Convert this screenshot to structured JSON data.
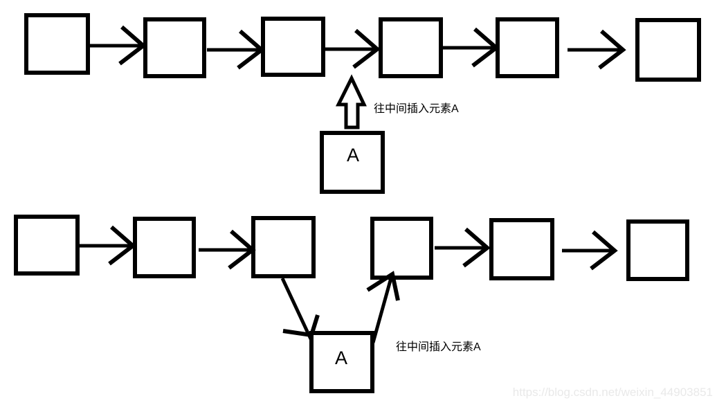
{
  "page": {
    "background_color": "#ffffff"
  },
  "diagram": {
    "stroke_color": "#000000",
    "top_row": {
      "box_count": 6,
      "caption": "往中间插入元素A",
      "insert_node_label": "A"
    },
    "bottom_row": {
      "box_count": 6,
      "caption": "往中间插入元素A",
      "insert_node_label": "A"
    }
  },
  "watermark": {
    "text": "https://blog.csdn.net/weixin_44903851",
    "color": "#e9e9e9"
  }
}
